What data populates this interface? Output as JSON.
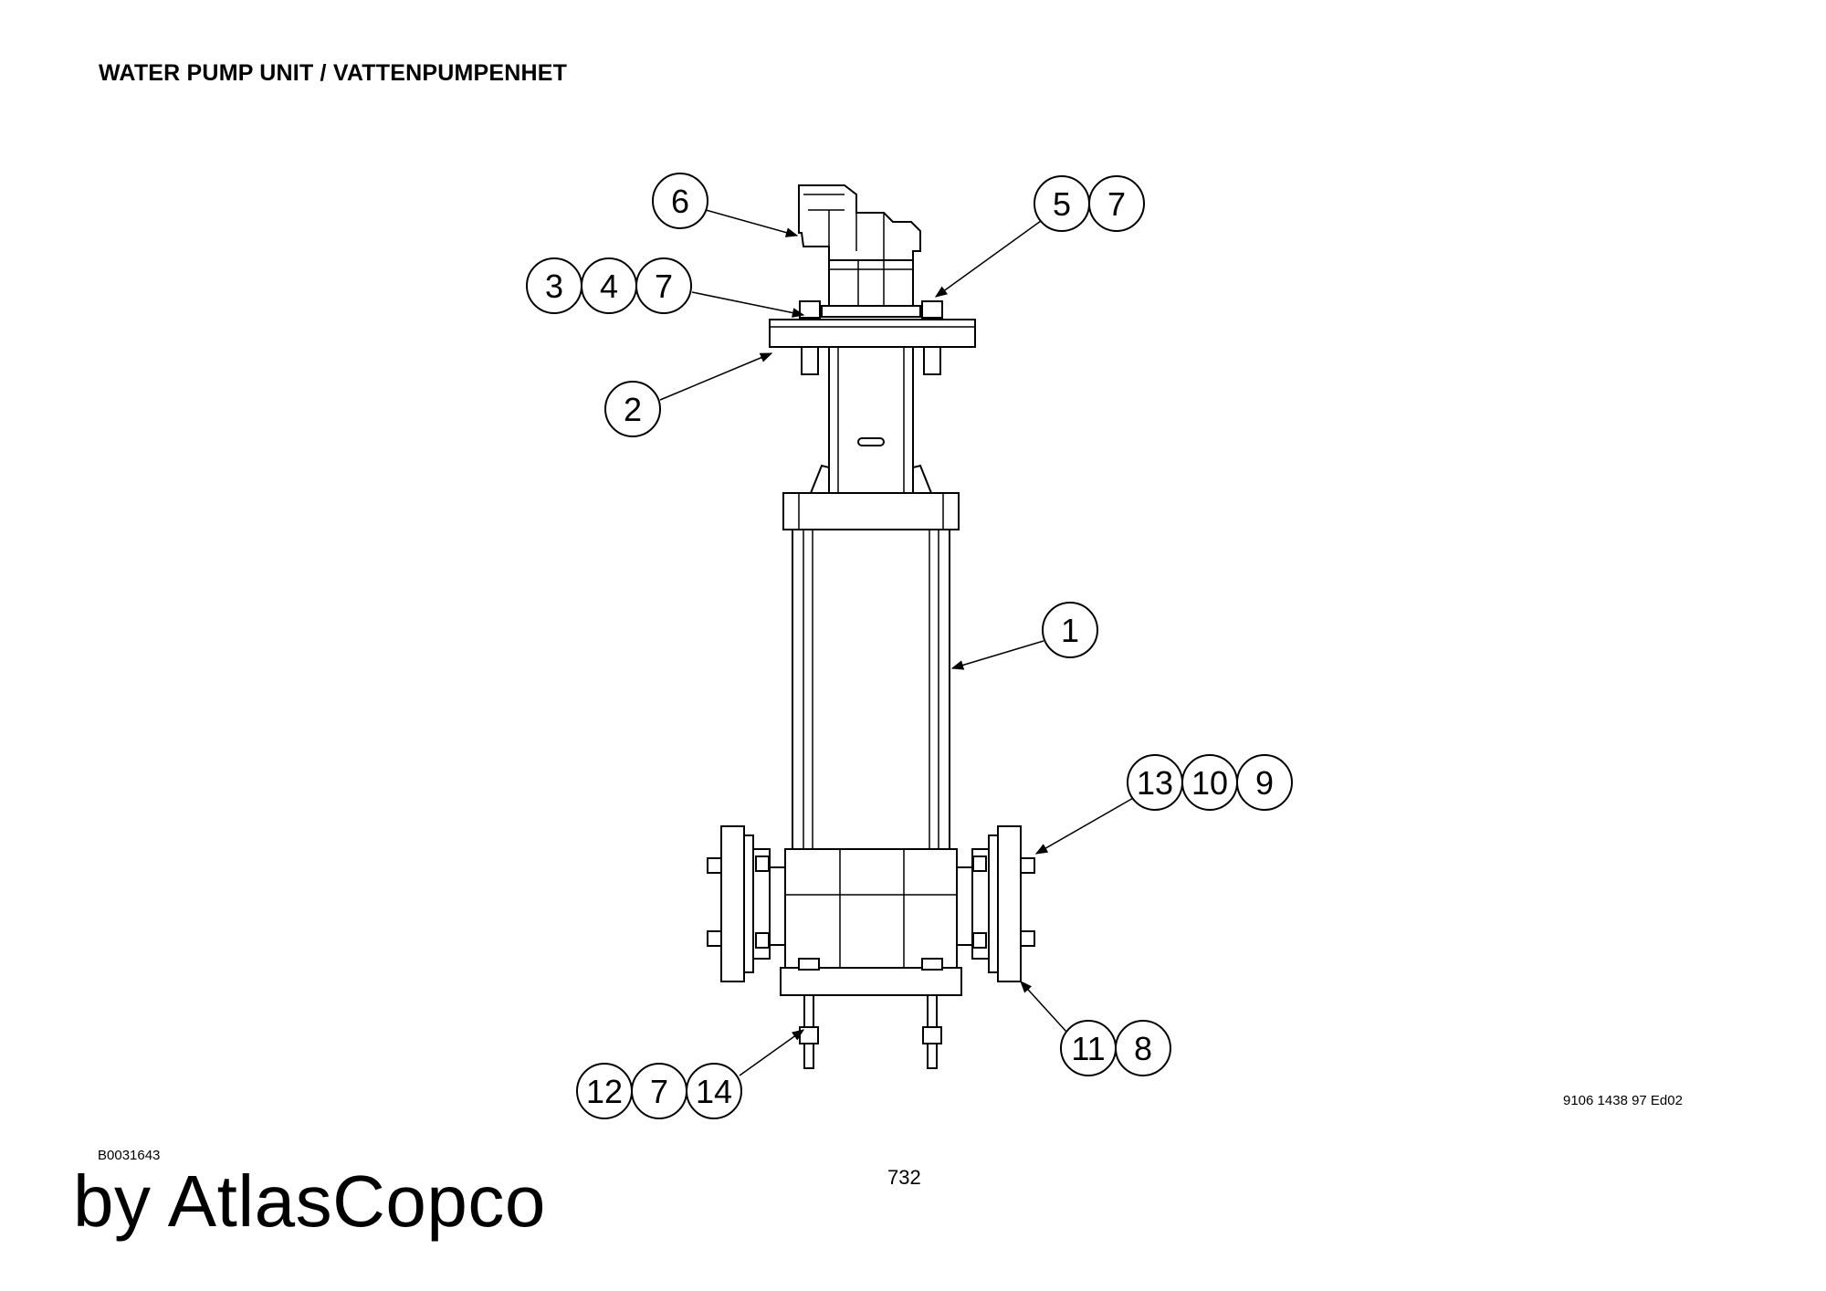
{
  "header": {
    "title": "WATER PUMP UNIT / VATTENPUMPENHET"
  },
  "footer": {
    "drawing_code": "B0031643",
    "brand": "by AtlasCopco",
    "page_number": "732",
    "doc_reference": "9106 1438 97 Ed02"
  },
  "callouts": [
    {
      "name": "callout-6",
      "numbers": [
        "6"
      ]
    },
    {
      "name": "callout-5-7",
      "numbers": [
        "5",
        "7"
      ]
    },
    {
      "name": "callout-3-4-7",
      "numbers": [
        "3",
        "4",
        "7"
      ]
    },
    {
      "name": "callout-2",
      "numbers": [
        "2"
      ]
    },
    {
      "name": "callout-1",
      "numbers": [
        "1"
      ]
    },
    {
      "name": "callout-13-10-9",
      "numbers": [
        "13",
        "10",
        "9"
      ]
    },
    {
      "name": "callout-11-8",
      "numbers": [
        "11",
        "8"
      ]
    },
    {
      "name": "callout-12-7-14",
      "numbers": [
        "12",
        "7",
        "14"
      ]
    }
  ]
}
